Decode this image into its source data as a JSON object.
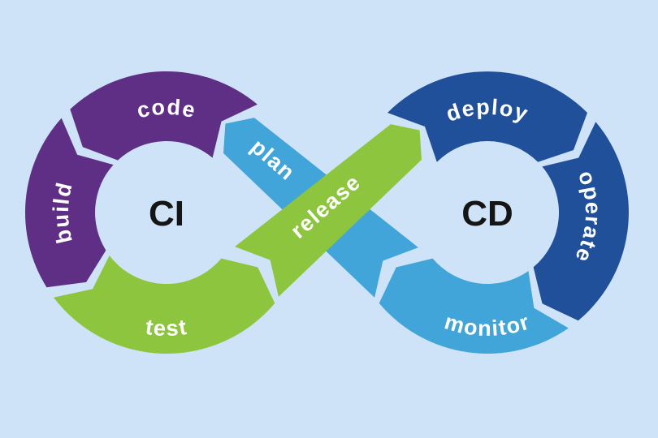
{
  "diagram": {
    "background_color": "#cfe3f8",
    "label_text_color": "#ffffff",
    "center_label_color": "#151515",
    "left_loop": {
      "label": "CI",
      "segments": [
        {
          "id": "code",
          "label": "code",
          "color": "#5e2f85"
        },
        {
          "id": "build",
          "label": "build",
          "color": "#5e2f85"
        },
        {
          "id": "test",
          "label": "test",
          "color": "#8dc63e"
        }
      ]
    },
    "right_loop": {
      "label": "CD",
      "segments": [
        {
          "id": "deploy",
          "label": "deploy",
          "color": "#21509a"
        },
        {
          "id": "operate",
          "label": "operate",
          "color": "#21509a"
        },
        {
          "id": "monitor",
          "label": "monitor",
          "color": "#41a5d9"
        }
      ]
    },
    "ribbons": [
      {
        "id": "plan",
        "label": "plan",
        "color": "#41a5d9"
      },
      {
        "id": "release",
        "label": "release",
        "color": "#8dc63e"
      }
    ]
  }
}
